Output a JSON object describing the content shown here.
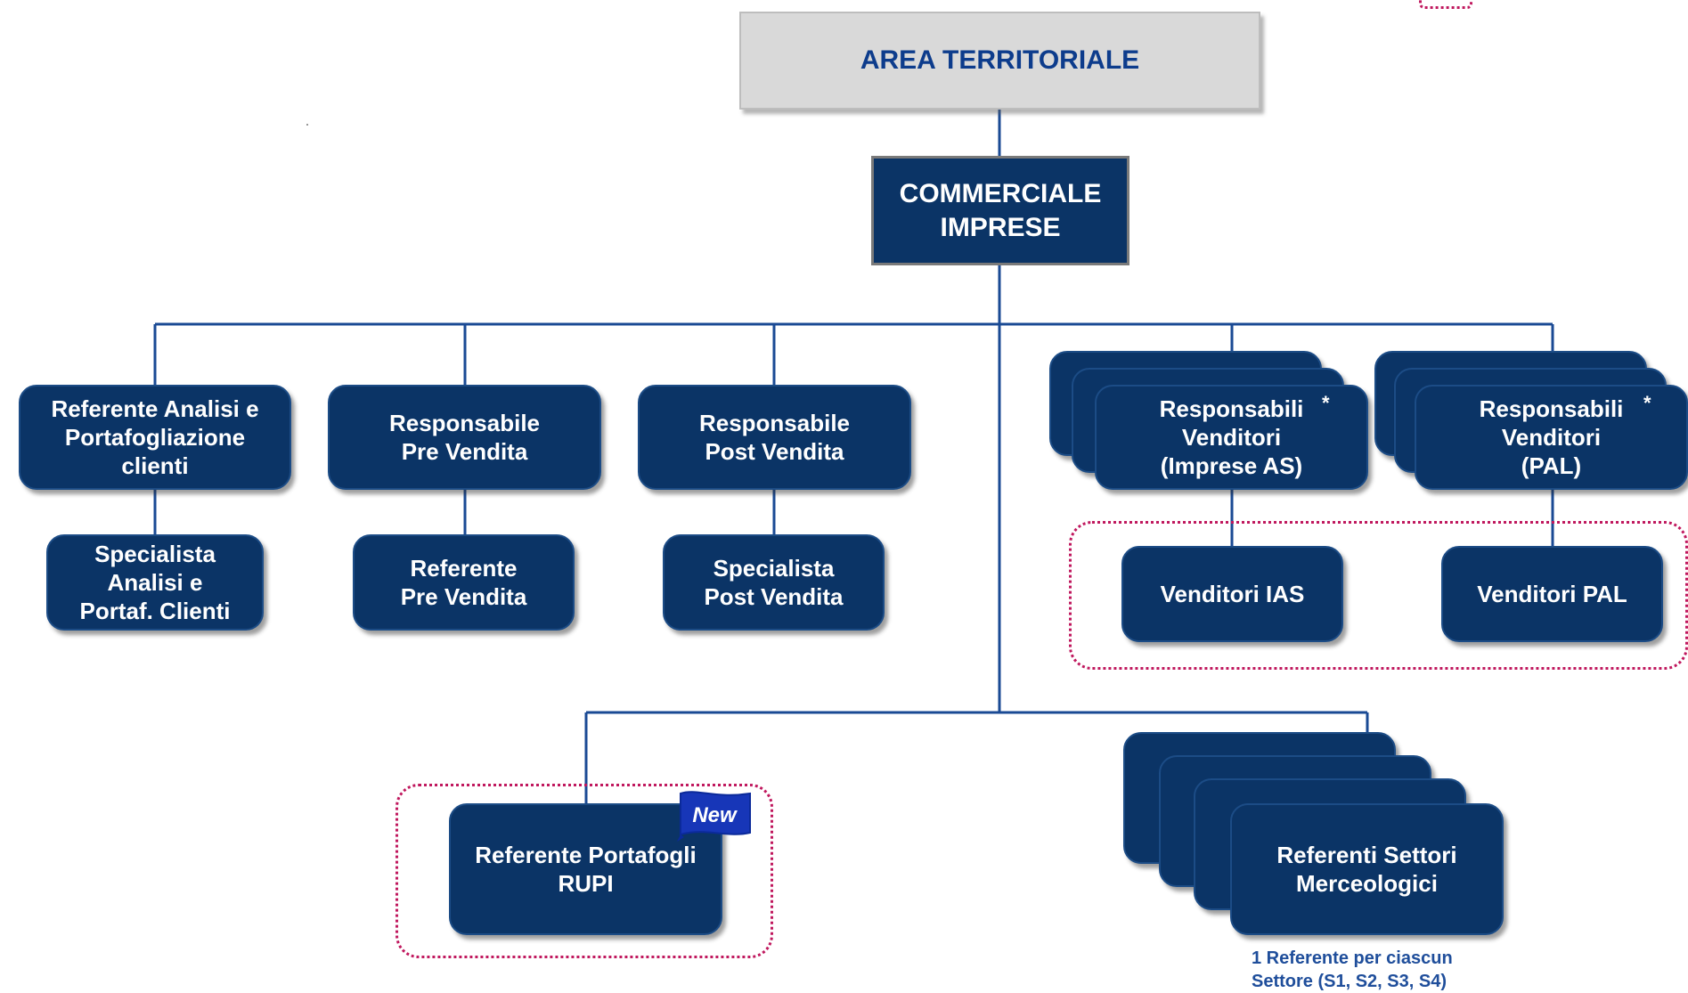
{
  "chart": {
    "top_title": "AREA TERRITORIALE",
    "commercial": "COMMERCIALE\nIMPRESE",
    "roles": {
      "analisi": "Referente Analisi e\nPortafogliazione\nclienti",
      "pre_vendita": "Responsabile\nPre Vendita",
      "post_vendita": "Responsabile\nPost Vendita",
      "venditori_ias_resp": "Responsabili\nVenditori\n(Imprese AS)",
      "venditori_pal_resp": "Responsabili\nVenditori\n(PAL)",
      "specialista_analisi": "Specialista\nAnalisi e\nPortaf. Clienti",
      "referente_pre": "Referente\nPre Vendita",
      "specialista_post": "Specialista\nPost Vendita",
      "venditori_ias": "Venditori IAS",
      "venditori_pal": "Venditori PAL",
      "portafogli_rupi": "Referente Portafogli\nRUPI",
      "settori": "Referenti Settori\nMerceologici"
    },
    "asterisk": "*",
    "new_badge": "New",
    "settori_note": "1 Referente per ciascun\nSettore (S1, S2, S3, S4)"
  },
  "colors": {
    "box_fill": "#0b3466",
    "connector": "#1a4a94",
    "highlight_dotted": "#c0185e",
    "top_fill": "#d9d9d9",
    "title_text": "#0d3c8c"
  }
}
